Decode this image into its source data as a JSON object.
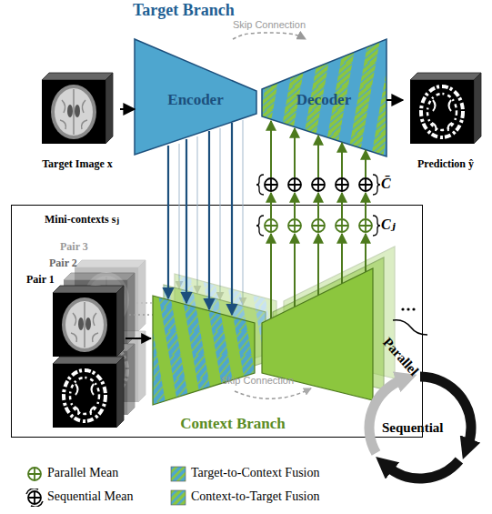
{
  "diagram": {
    "nodes": [
      {
        "text": [
          "Target Image x"
        ]
      },
      {
        "text": [
          "Encoder"
        ]
      },
      {
        "text": [
          "Decoder"
        ]
      },
      {
        "text": [
          "Prediction ŷ"
        ]
      },
      {
        "text": [
          "Context Branch"
        ]
      },
      {
        "text": [
          "Mini-contexts sⱼ",
          "Pair 3",
          "Pair 2",
          "Pair 1"
        ],
        "in": 4
      }
    ],
    "edges": [
      {
        "from": 0,
        "to": 1,
        "arrow": "to"
      },
      {
        "from": 1,
        "to": 2,
        "label": "Skip Connection",
        "arrow": "to"
      },
      {
        "from": 2,
        "to": 3,
        "arrow": "to"
      }
    ],
    "labels": [
      "Target Branch",
      "C̄",
      "Cⱼ",
      "Skip Connection",
      "Parallel",
      "Sequential"
    ],
    "legend": [
      {
        "text": "Parallel Mean"
      },
      {
        "text": "Target-to-Context Fusion"
      },
      {
        "text": "Sequential Mean"
      },
      {
        "text": "Context-to-Target Fusion"
      }
    ]
  }
}
